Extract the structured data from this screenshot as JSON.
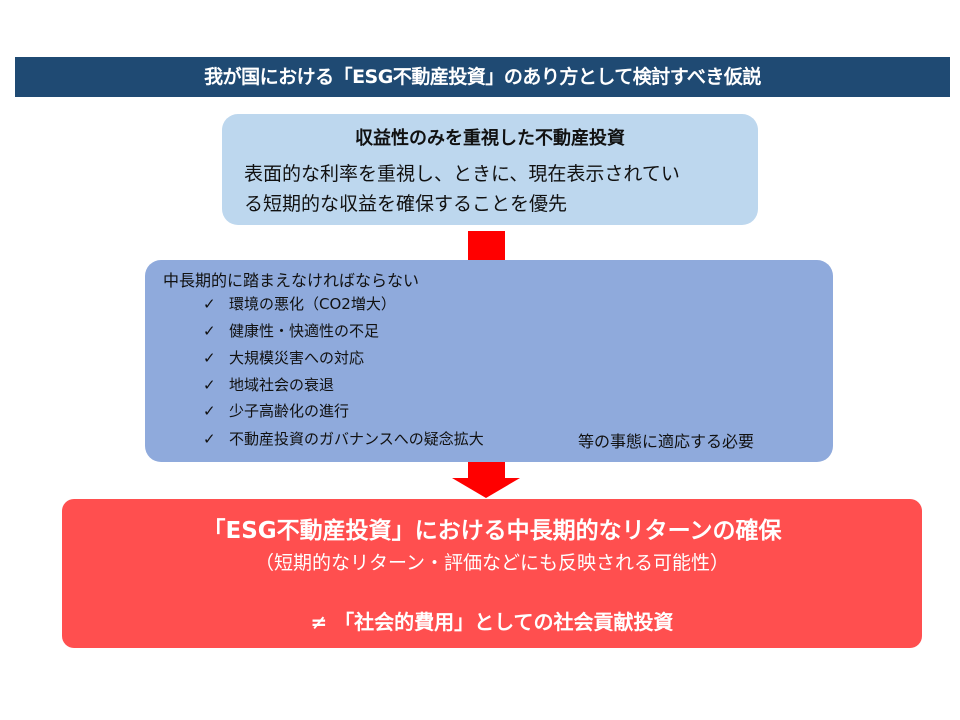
{
  "header": {
    "title": "我が国における「ESG不動産投資」のあり方として検討すべき仮説"
  },
  "box1": {
    "title": "収益性のみを重視した不動産投資",
    "line1": "表面的な利率を重視し、ときに、現在表示されてい",
    "line2": "る短期的な収益を確保することを優先"
  },
  "box2": {
    "heading": "中長期的に踏まえなければならない",
    "check": "✓",
    "items": [
      "環境の悪化（CO2増大）",
      "健康性・快適性の不足",
      "大規模災害への対応",
      "地域社会の衰退",
      "少子高齢化の進行",
      "不動産投資のガバナンスへの疑念拡大"
    ],
    "tail": "等の事態に適応する必要"
  },
  "box3": {
    "title": "「ESG不動産投資」における中長期的なリターンの確保",
    "subtitle": "（短期的なリターン・評価などにも反映される可能性）",
    "note": "≠ 「社会的費用」としての社会貢献投資"
  },
  "colors": {
    "header": "#1f4a73",
    "box1": "#bdd7ee",
    "box2": "#8faadc",
    "box3": "#ff4f4f",
    "arrow": "#ff0000"
  }
}
